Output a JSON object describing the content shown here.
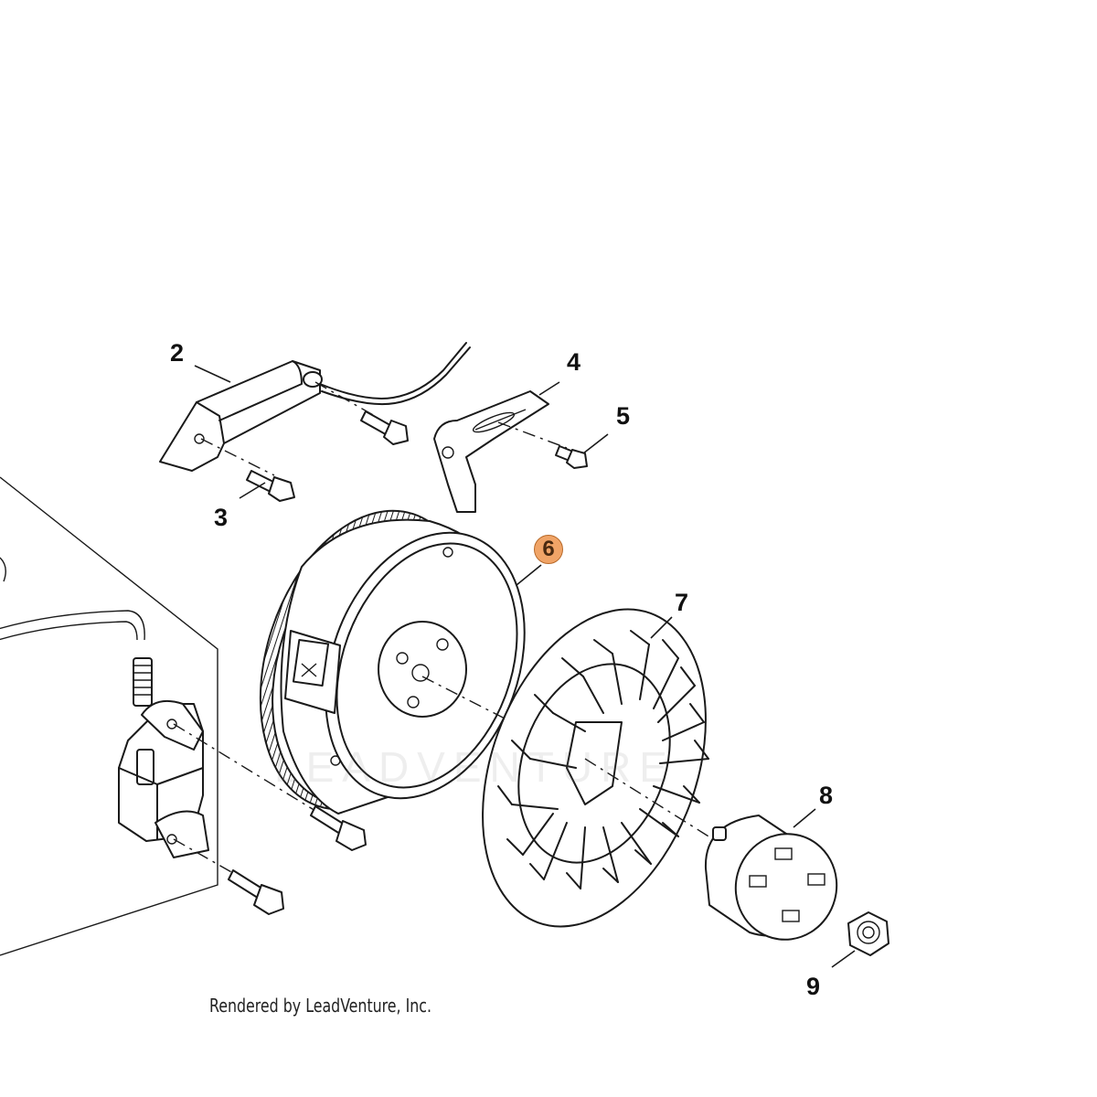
{
  "diagram": {
    "callouts": [
      {
        "id": "2",
        "label": "2"
      },
      {
        "id": "3",
        "label": "3"
      },
      {
        "id": "4",
        "label": "4"
      },
      {
        "id": "5",
        "label": "5"
      },
      {
        "id": "6",
        "label": "6",
        "highlighted": true
      },
      {
        "id": "7",
        "label": "7"
      },
      {
        "id": "8",
        "label": "8"
      },
      {
        "id": "9",
        "label": "9"
      }
    ],
    "highlight_color": "#f0a467",
    "footer": "Rendered by LeadVenture, Inc.",
    "watermark": "LEADVENTURE"
  }
}
